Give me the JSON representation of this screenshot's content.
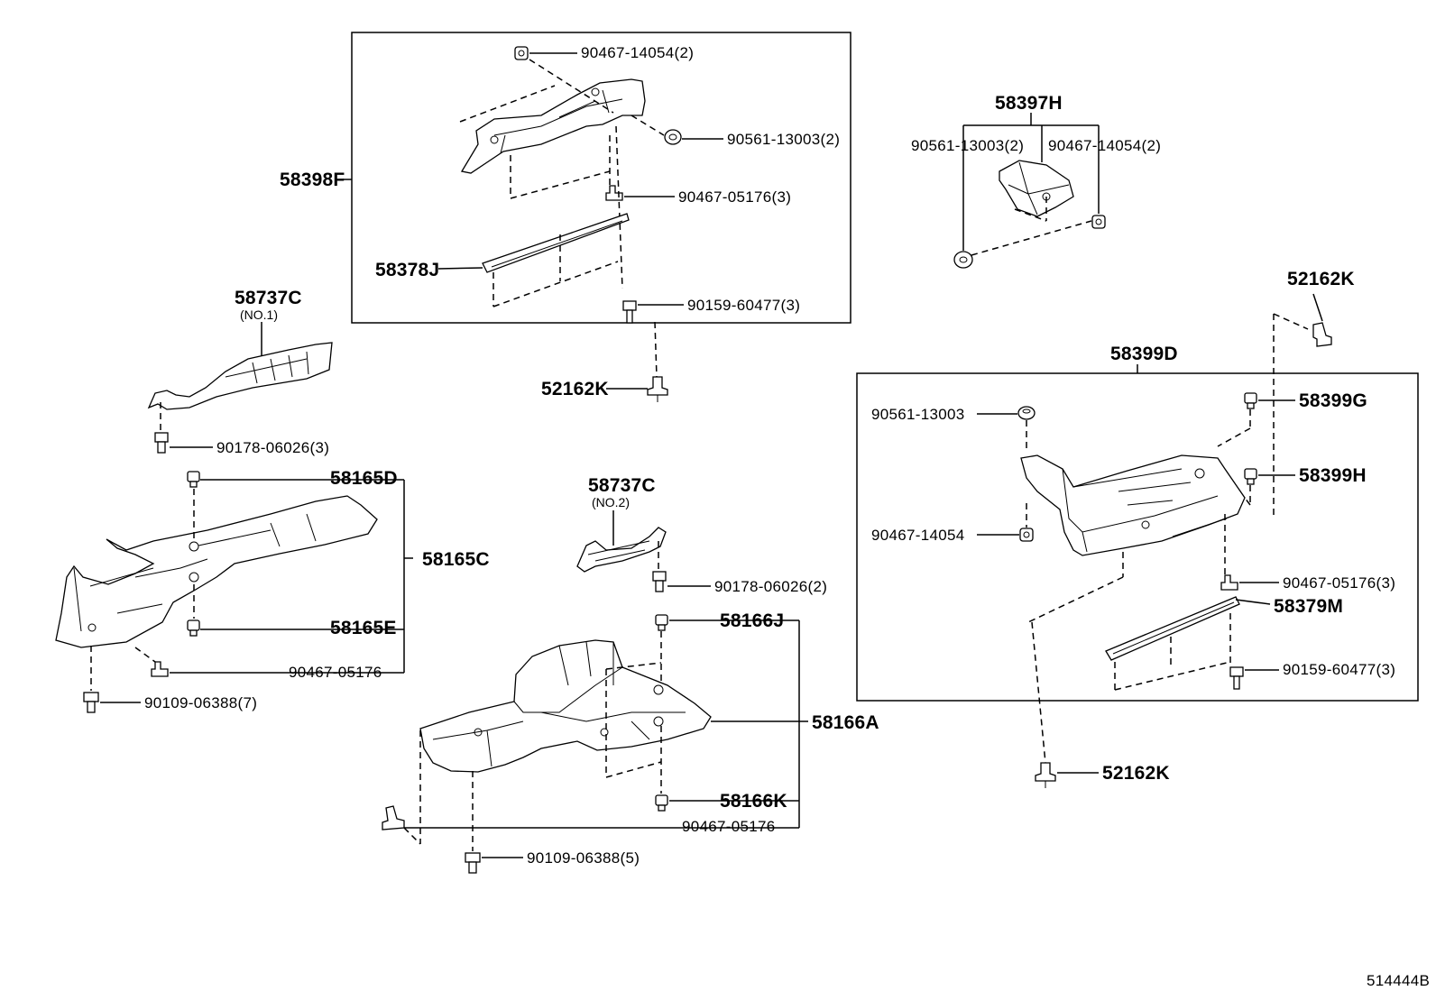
{
  "diagram_id": "514444B",
  "callouts": {
    "p58398F": "58398F",
    "p90467_14054_2a": "90467-14054(2)",
    "p90561_13003_2a": "90561-13003(2)",
    "p90467_05176_3a": "90467-05176(3)",
    "p58378J": "58378J",
    "p90159_60477_3a": "90159-60477(3)",
    "p52162K_a": "52162K",
    "p58397H": "58397H",
    "p90561_13003_2b": "90561-13003(2)",
    "p90467_14054_2b": "90467-14054(2)",
    "p52162K_b": "52162K",
    "p58399D": "58399D",
    "p90561_13003": "90561-13003",
    "p58399G": "58399G",
    "p58399H": "58399H",
    "p90467_14054": "90467-14054",
    "p90467_05176_3b": "90467-05176(3)",
    "p58379M": "58379M",
    "p90159_60477_3b": "90159-60477(3)",
    "p52162K_c": "52162K",
    "p58737C_1": "58737C",
    "p58737C_1_note": "(NO.1)",
    "p90178_06026_3": "90178-06026(3)",
    "p58165D": "58165D",
    "p58165C": "58165C",
    "p58165E": "58165E",
    "p90467_05176_a": "90467-05176",
    "p90109_06388_7": "90109-06388(7)",
    "p58737C_2": "58737C",
    "p58737C_2_note": "(NO.2)",
    "p90178_06026_2": "90178-06026(2)",
    "p58166J": "58166J",
    "p58166A": "58166A",
    "p58166K": "58166K",
    "p90467_05176_b": "90467-05176",
    "p90109_06388_5": "90109-06388(5)"
  }
}
